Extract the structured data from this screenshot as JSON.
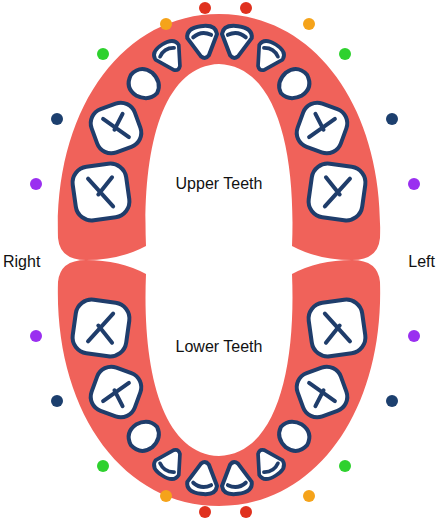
{
  "diagram": {
    "labels": [
      "Upper Teeth",
      "Right",
      "Left",
      "Lower Teeth"
    ]
  }
}
